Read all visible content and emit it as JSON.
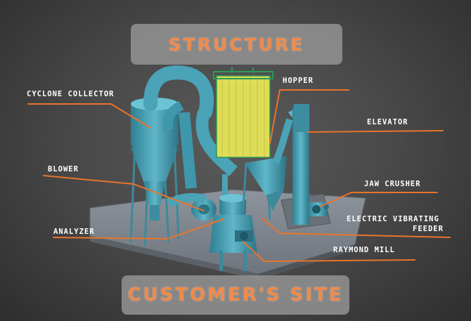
{
  "banners": {
    "title": "STRUCTURE",
    "subtitle": "CUSTOMER'S SITE"
  },
  "labels": {
    "cyclone_collector": "CYCLONE COLLECTOR",
    "hopper": "HOPPER",
    "elevator": "ELEVATOR",
    "blower": "BLOWER",
    "jaw_crusher": "JAW CRUSHER",
    "electric_vibrating_feeder_line1": "ELECTRIC VIBRATING",
    "electric_vibrating_feeder_line2": "FEEDER",
    "analyzer": "ANALYZER",
    "raymond_mill": "RAYMOND MILL"
  },
  "colors": {
    "leader_line": "#e8742c",
    "banner_text": "#f08a4a",
    "machine": "#4aa3b7",
    "filter_bags": "#e4e05a"
  }
}
